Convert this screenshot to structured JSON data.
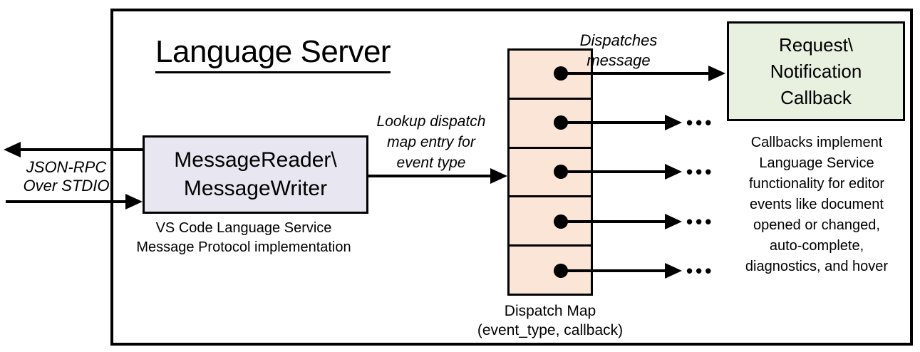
{
  "title": "Language Server",
  "stdio": {
    "label": "JSON-RPC\nOver STDIO"
  },
  "reader_writer": {
    "name": "MessageReader\\\nMessageWriter",
    "caption": "VS Code Language Service\nMessage Protocol implementation"
  },
  "lookup": {
    "label": "Lookup dispatch\nmap entry for\nevent type"
  },
  "dispatch_map": {
    "caption": "Dispatch Map\n(event_type, callback)",
    "row_count": 5,
    "ellipsis": "•••",
    "dispatches_label": "Dispatches\nmessage"
  },
  "callback": {
    "box_label": "Request\\\nNotification\nCallback",
    "note": "Callbacks implement\nLanguage Service\nfunctionality for editor\nevents like document\nopened or changed,\nauto-complete,\ndiagnostics, and hover"
  },
  "colors": {
    "reader_writer_fill": "#e8e6f0",
    "dispatch_map_fill": "#fbe5d6",
    "callback_fill": "#e8f0e0",
    "line": "#000000"
  }
}
